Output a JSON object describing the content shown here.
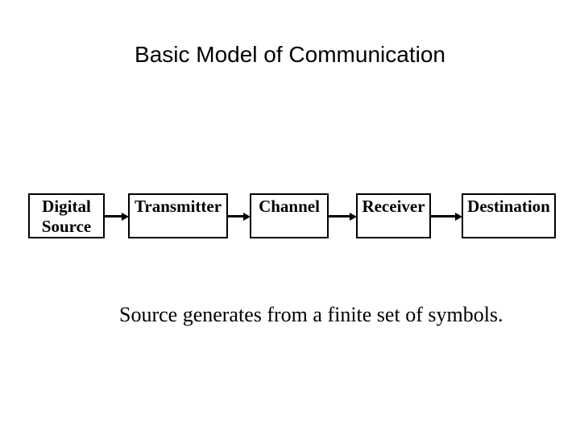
{
  "slide": {
    "title": "Basic Model of Communication",
    "caption": "Source generates from a finite set of symbols.",
    "diagram": {
      "nodes": [
        {
          "label": "Digital Source"
        },
        {
          "label": "Transmitter"
        },
        {
          "label": "Channel"
        },
        {
          "label": "Receiver"
        },
        {
          "label": "Destination"
        }
      ],
      "connections": [
        {
          "from": "Digital Source",
          "to": "Transmitter"
        },
        {
          "from": "Transmitter",
          "to": "Channel"
        },
        {
          "from": "Channel",
          "to": "Receiver"
        },
        {
          "from": "Receiver",
          "to": "Destination"
        }
      ]
    }
  }
}
